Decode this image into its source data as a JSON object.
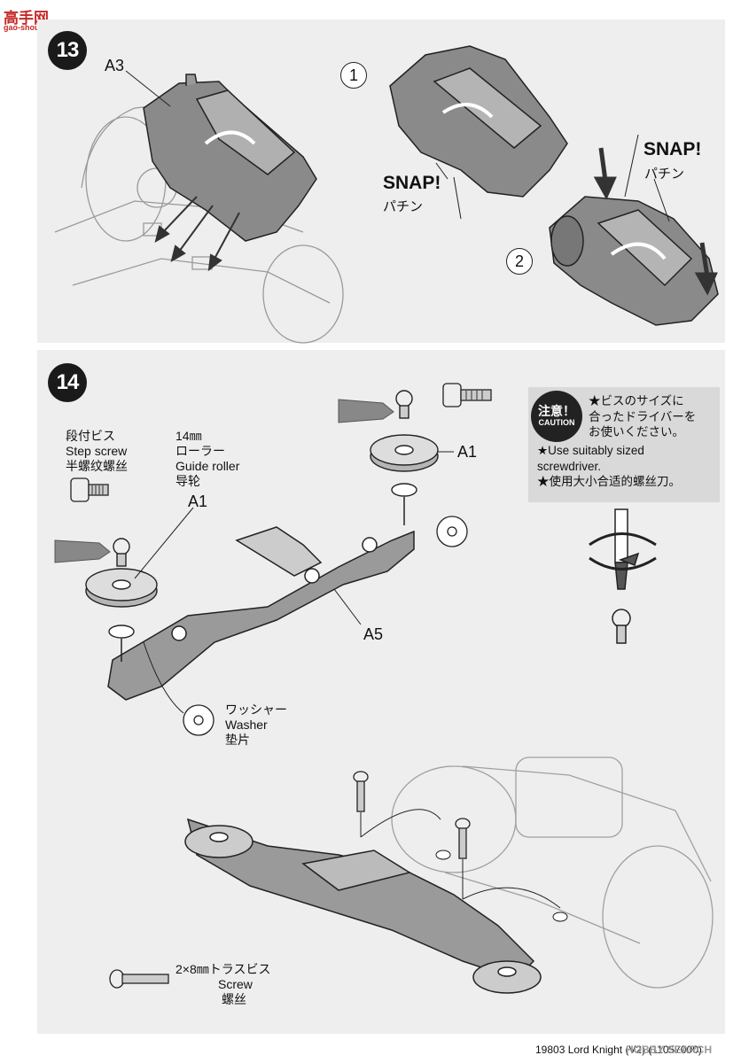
{
  "watermark_top": {
    "logo": "高手网",
    "url": "gao-shou.com"
  },
  "step13": {
    "number": "13",
    "part_label": "A3",
    "sub1": "1",
    "sub2": "2",
    "snap_en_1": "SNAP!",
    "snap_jp_1": "パチン",
    "snap_en_2": "SNAP!",
    "snap_jp_2": "パチン"
  },
  "step14": {
    "number": "14",
    "step_screw": {
      "jp": "段付ビス",
      "en": "Step screw",
      "cn": "半螺纹螺丝"
    },
    "guide_roller": {
      "size": "14㎜",
      "jp": "ローラー",
      "en": "Guide roller",
      "cn": "导轮"
    },
    "label_A1_left": "A1",
    "label_A1_right": "A1",
    "label_A5": "A5",
    "washer": {
      "jp": "ワッシャー",
      "en": "Washer",
      "cn": "垫片"
    },
    "caution": {
      "badge_jp": "注意！",
      "badge_en": "CAUTION",
      "lines": [
        "★ビスのサイズに",
        "合ったドライバーを",
        "お使いください。",
        "★Use suitably sized",
        "screwdriver.",
        "★使用大小合适的螺丝刀。"
      ]
    },
    "truss_screw": {
      "jp": "2×8㎜トラスビス",
      "en": "Screw",
      "cn": "螺丝"
    }
  },
  "footer": {
    "text": "19803 Lord Knight (V2) (11057000)",
    "watermark": "HOBBY SEARCH"
  }
}
